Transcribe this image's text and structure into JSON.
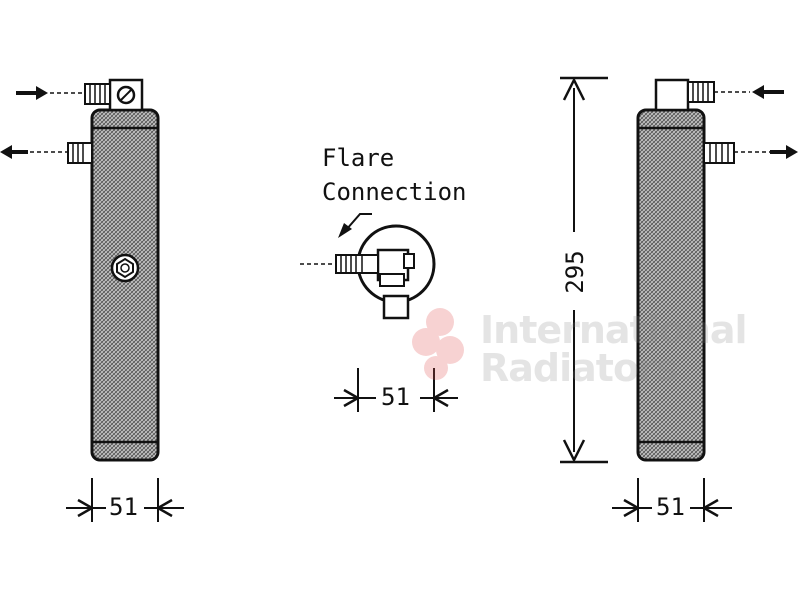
{
  "annotation": {
    "flare_line1": "Flare",
    "flare_line2": "Connection"
  },
  "dimensions": {
    "left_width": "51",
    "center_width": "51",
    "right_width": "51",
    "height": "295"
  },
  "watermark": {
    "line1": "International",
    "line2": "Radiators"
  },
  "colors": {
    "stroke": "#111111",
    "hatch": "#777777",
    "watermark_red": "#e05050"
  }
}
